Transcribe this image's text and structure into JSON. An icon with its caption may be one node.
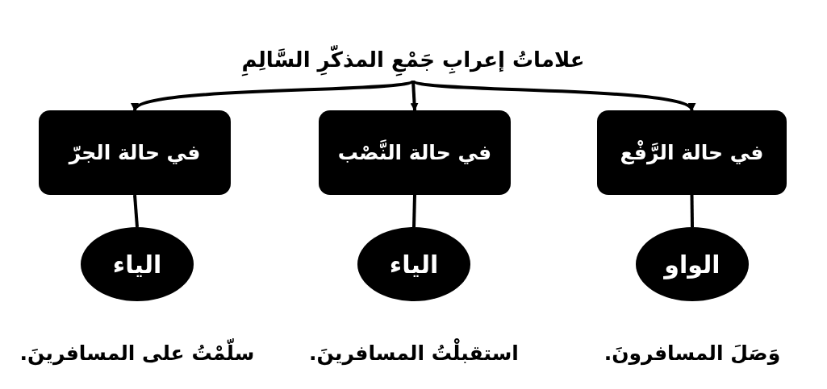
{
  "diagram": {
    "nodes": [
      {
        "text": [
          "علاماتُ إعرابِ جَمْعِ المذكّرِ السَّالِمِ"
        ]
      },
      {
        "text": [
          "في حالة الرَّفْع"
        ]
      },
      {
        "text": [
          "في حالة النَّصْب"
        ]
      },
      {
        "text": [
          "في حالة الجرّ"
        ]
      },
      {
        "text": [
          "الواو"
        ],
        "beside": [
          "وَصَلَ المسافرونَ."
        ]
      },
      {
        "text": [
          "الياء"
        ],
        "beside": [
          "استقبلْتُ المسافرينَ."
        ]
      },
      {
        "text": [
          "الياء"
        ],
        "beside": [
          "سلّمْتُ على المسافرينَ."
        ]
      }
    ],
    "edges": [
      {
        "from": 0,
        "to": 1,
        "arrow": "to"
      },
      {
        "from": 0,
        "to": 2,
        "arrow": "to"
      },
      {
        "from": 0,
        "to": 3,
        "arrow": "to"
      },
      {
        "from": 1,
        "to": 4,
        "arrow": "none"
      },
      {
        "from": 2,
        "to": 5,
        "arrow": "none"
      },
      {
        "from": 3,
        "to": 6,
        "arrow": "none"
      }
    ]
  }
}
